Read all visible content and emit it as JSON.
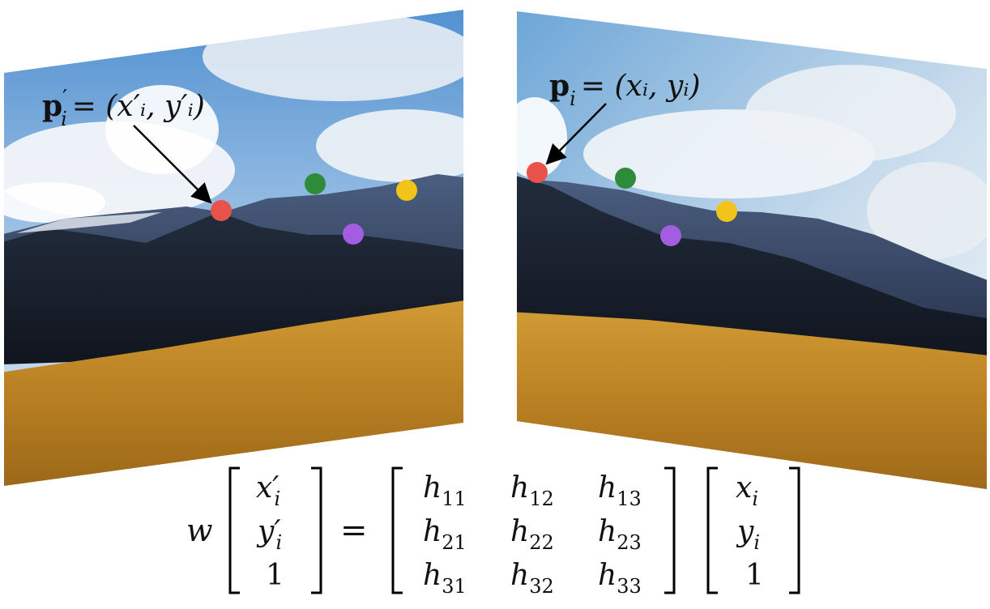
{
  "colors": {
    "red": "#e8524a",
    "green": "#2e8b3a",
    "yellow": "#f2c318",
    "purple": "#a35de0",
    "sky_top": "#5f9ed8",
    "cloud": "#eef3f8",
    "mountain_far": "#3a4a66",
    "mountain_near": "#1a2230",
    "grass": "#c38b2a"
  },
  "left_panel": {
    "label": {
      "bold": "p",
      "prime": "′",
      "sub": "i",
      "rhs": "= (x′ᵢ, y′ᵢ)"
    }
  },
  "right_panel": {
    "label": {
      "bold": "p",
      "sub": "i",
      "rhs": "= (xᵢ, yᵢ)"
    }
  },
  "equation": {
    "scale": "w",
    "lhs": [
      "x′",
      "y′",
      "1"
    ],
    "lhs_subs": [
      "i",
      "i",
      ""
    ],
    "equals": "=",
    "matrix": [
      [
        "h",
        "h",
        "h"
      ],
      [
        "h",
        "h",
        "h"
      ],
      [
        "h",
        "h",
        "h"
      ]
    ],
    "matrix_subs": [
      [
        "11",
        "12",
        "13"
      ],
      [
        "21",
        "22",
        "23"
      ],
      [
        "31",
        "32",
        "33"
      ]
    ],
    "rhs": [
      "x",
      "y",
      "1"
    ],
    "rhs_subs": [
      "i",
      "i",
      ""
    ]
  }
}
